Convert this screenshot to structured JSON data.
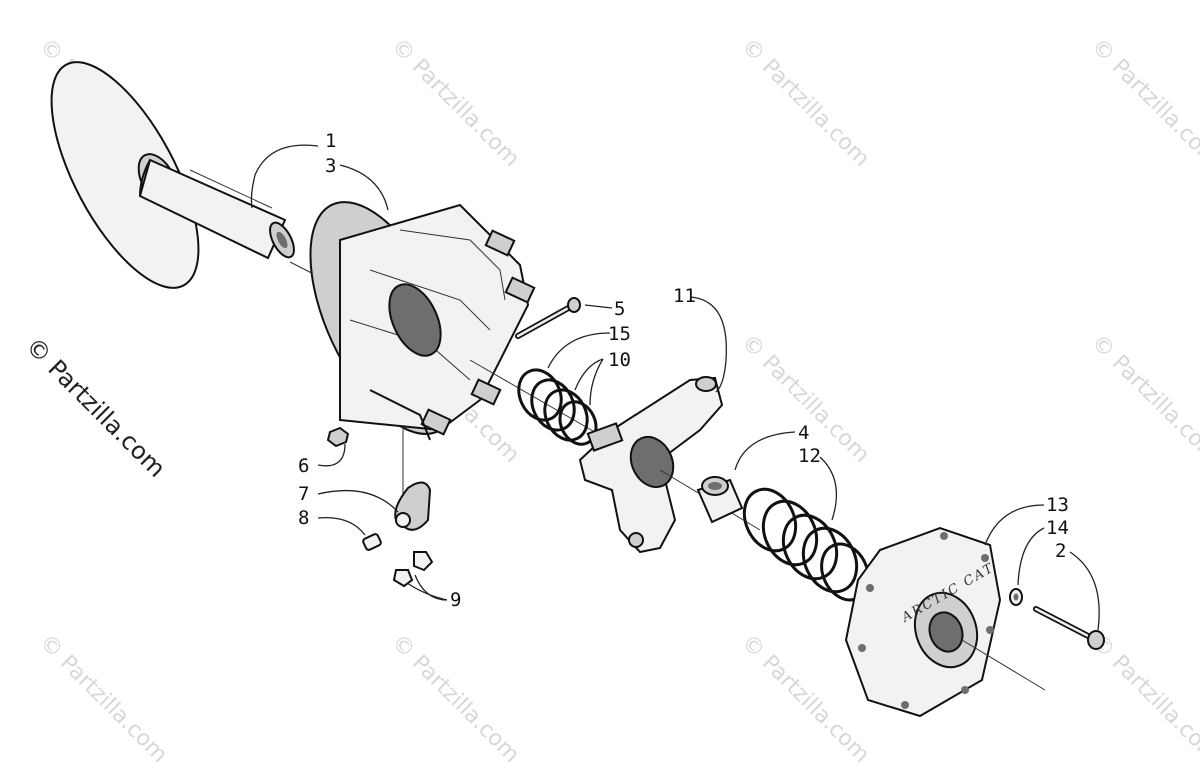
{
  "watermark": {
    "text": "© Partzilla.com",
    "side_text": "© Partzilla.com"
  },
  "brand_text": "ARCTIC CAT",
  "callouts": [
    "1",
    "3",
    "5",
    "15",
    "10",
    "11",
    "4",
    "12",
    "6",
    "7",
    "8",
    "9",
    "13",
    "14",
    "2"
  ],
  "colors": {
    "line": "#111111",
    "watermark": "#d7d7d7"
  }
}
